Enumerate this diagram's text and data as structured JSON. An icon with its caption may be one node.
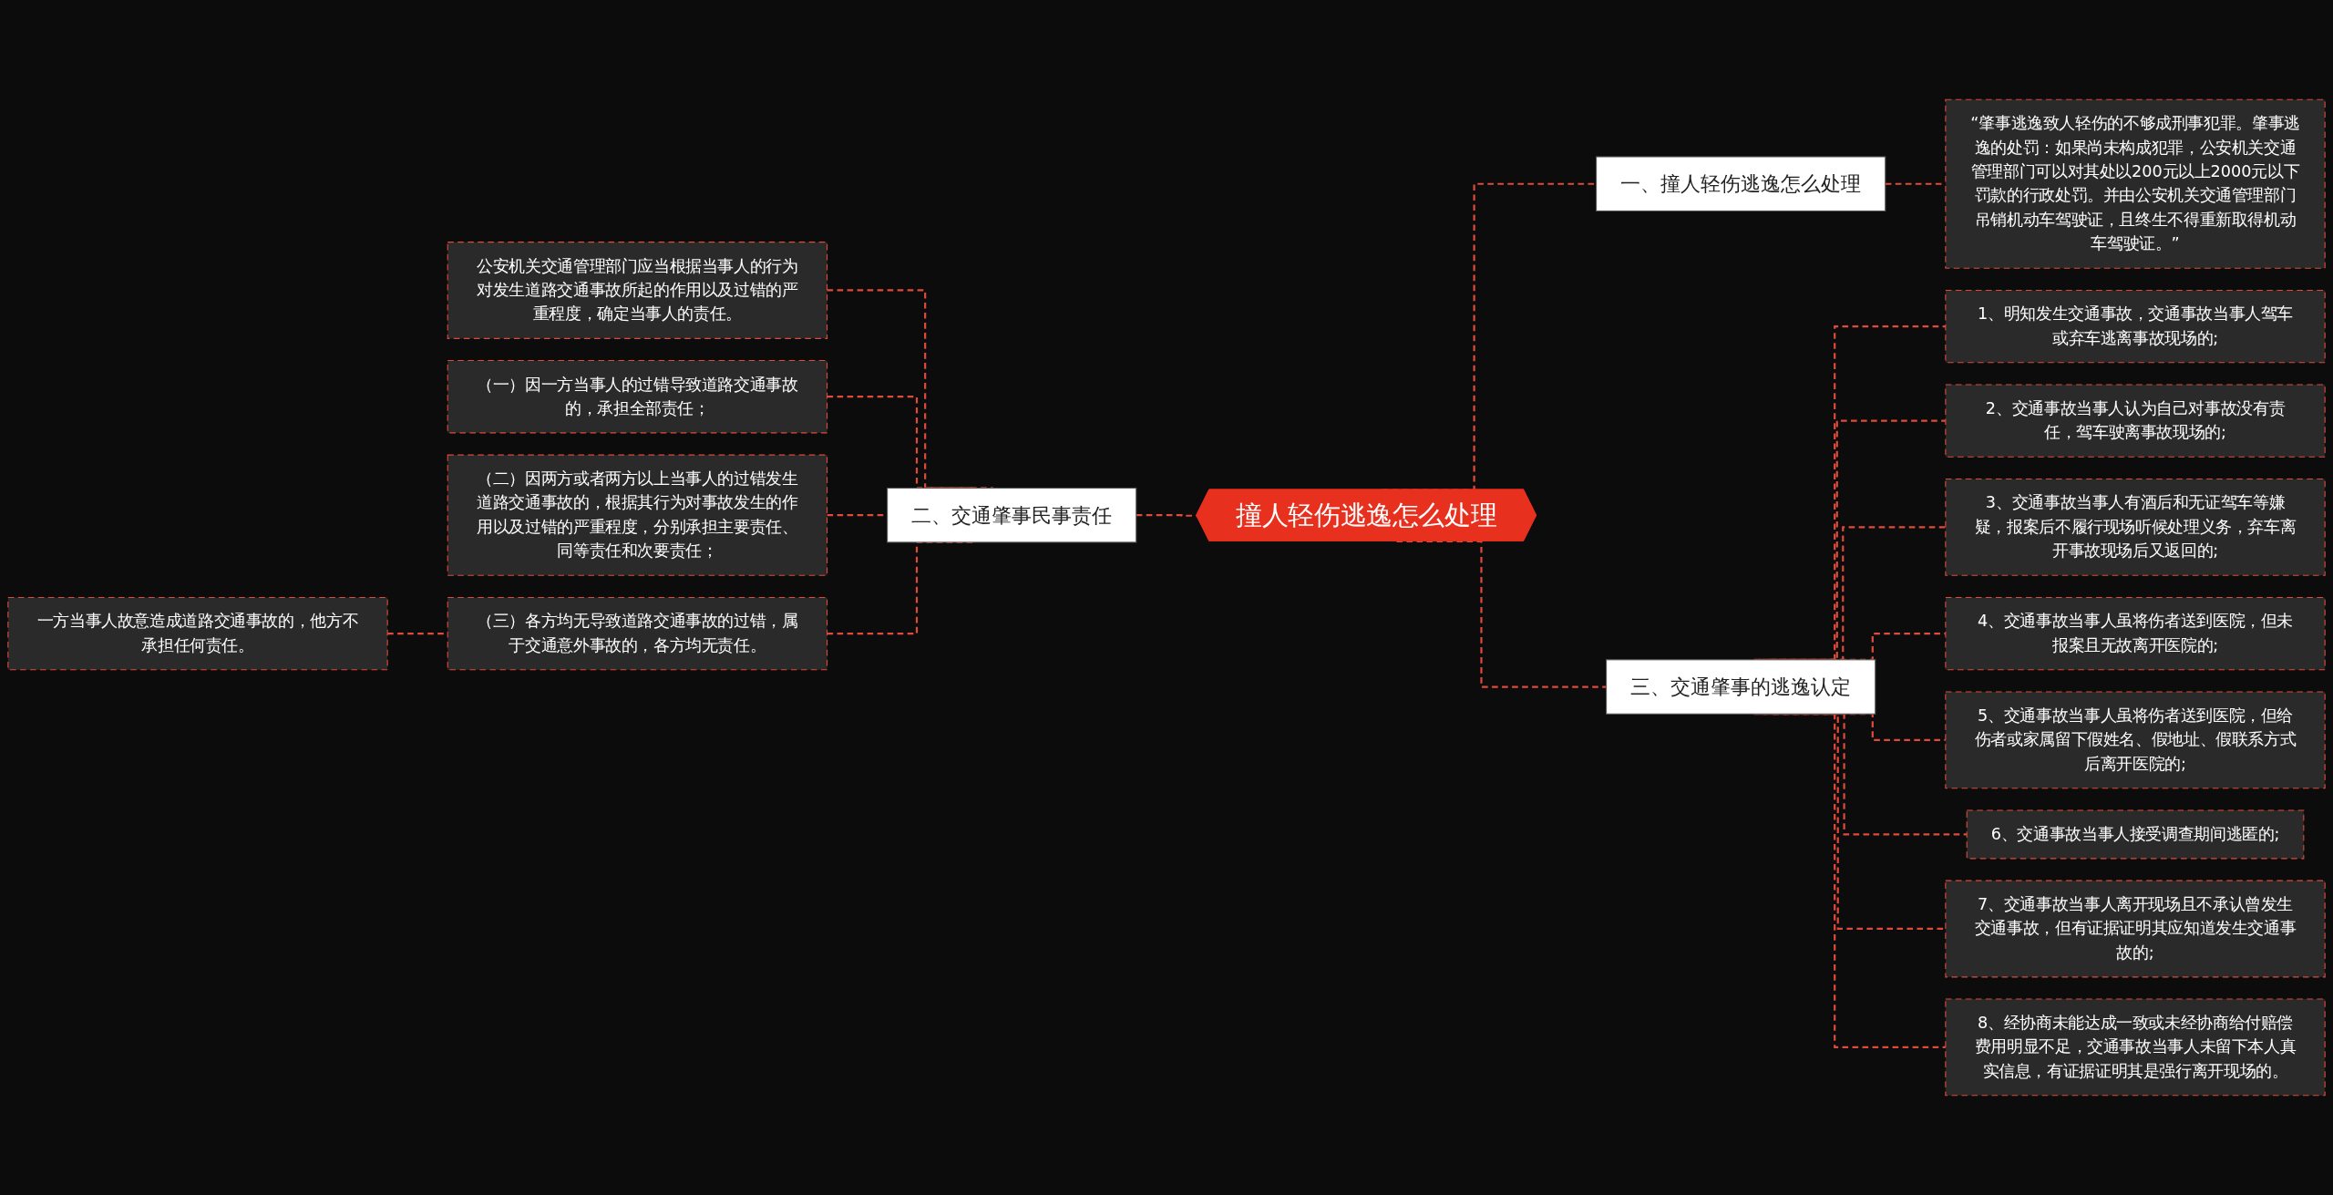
{
  "diagram": {
    "nodes": [
      {
        "text": [
          "撞人轻伤逃逸怎么处理"
        ]
      },
      {
        "text": [
          "一、撞人轻伤逃逸怎么处理"
        ]
      },
      {
        "text": [
          "“肇事逃逸致人轻伤的不够成刑事犯罪。肇事逃逸的处罚：如果尚未构成犯罪，公安机关交通管理部门可以对其处以200元以上2000元以下罚款的行政处罚。并由公安机关交通管理部门吊销机动车驾驶证，且终生不得重新取得机动车驾驶证。”"
        ]
      },
      {
        "text": [
          "二、交通肇事民事责任"
        ]
      },
      {
        "text": [
          "公安机关交通管理部门应当根据当事人的行为对发生道路交通事故所起的作用以及过错的严重程度，确定当事人的责任。"
        ]
      },
      {
        "text": [
          "（一）因一方当事人的过错导致道路交通事故的，承担全部责任；"
        ]
      },
      {
        "text": [
          "（二）因两方或者两方以上当事人的过错发生道路交通事故的，根据其行为对事故发生的作用以及过错的严重程度，分别承担主要责任、同等责任和次要责任；"
        ]
      },
      {
        "text": [
          "（三）各方均无导致道路交通事故的过错，属于交通意外事故的，各方均无责任。"
        ]
      },
      {
        "text": [
          "一方当事人故意造成道路交通事故的，他方不承担任何责任。"
        ]
      },
      {
        "text": [
          "三、交通肇事的逃逸认定"
        ]
      },
      {
        "text": [
          "1、明知发生交通事故，交通事故当事人驾车或弃车逃离事故现场的;"
        ]
      },
      {
        "text": [
          "2、交通事故当事人认为自己对事故没有责任，驾车驶离事故现场的;"
        ]
      },
      {
        "text": [
          "3、交通事故当事人有酒后和无证驾车等嫌疑，报案后不履行现场听候处理义务，弃车离开事故现场后又返回的;"
        ]
      },
      {
        "text": [
          "4、交通事故当事人虽将伤者送到医院，但未报案且无故离开医院的;"
        ]
      },
      {
        "text": [
          "5、交通事故当事人虽将伤者送到医院，但给伤者或家属留下假姓名、假地址、假联系方式后离开医院的;"
        ]
      },
      {
        "text": [
          "6、交通事故当事人接受调查期间逃匿的;"
        ]
      },
      {
        "text": [
          "7、交通事故当事人离开现场且不承认曾发生交通事故，但有证据证明其应知道发生交通事故的;"
        ]
      },
      {
        "text": [
          "8、经协商未能达成一致或未经协商给付赔偿费用明显不足，交通事故当事人未留下本人真实信息，有证据证明其是强行离开现场的。"
        ]
      }
    ],
    "edges": [
      {
        "from": 0,
        "to": 1,
        "arrow": "none"
      },
      {
        "from": 1,
        "to": 2,
        "arrow": "none"
      },
      {
        "from": 3,
        "to": 0,
        "arrow": "none"
      },
      {
        "from": 4,
        "to": 3,
        "arrow": "none"
      },
      {
        "from": 5,
        "to": 3,
        "arrow": "none"
      },
      {
        "from": 6,
        "to": 3,
        "arrow": "none"
      },
      {
        "from": 7,
        "to": 3,
        "arrow": "none"
      },
      {
        "from": 8,
        "to": 7,
        "arrow": "none"
      },
      {
        "from": 0,
        "to": 9,
        "arrow": "none"
      },
      {
        "from": 9,
        "to": 10,
        "arrow": "none"
      },
      {
        "from": 9,
        "to": 11,
        "arrow": "none"
      },
      {
        "from": 9,
        "to": 12,
        "arrow": "none"
      },
      {
        "from": 9,
        "to": 13,
        "arrow": "none"
      },
      {
        "from": 9,
        "to": 14,
        "arrow": "none"
      },
      {
        "from": 9,
        "to": 15,
        "arrow": "none"
      },
      {
        "from": 9,
        "to": 16,
        "arrow": "none"
      },
      {
        "from": 9,
        "to": 17,
        "arrow": "none"
      }
    ]
  }
}
